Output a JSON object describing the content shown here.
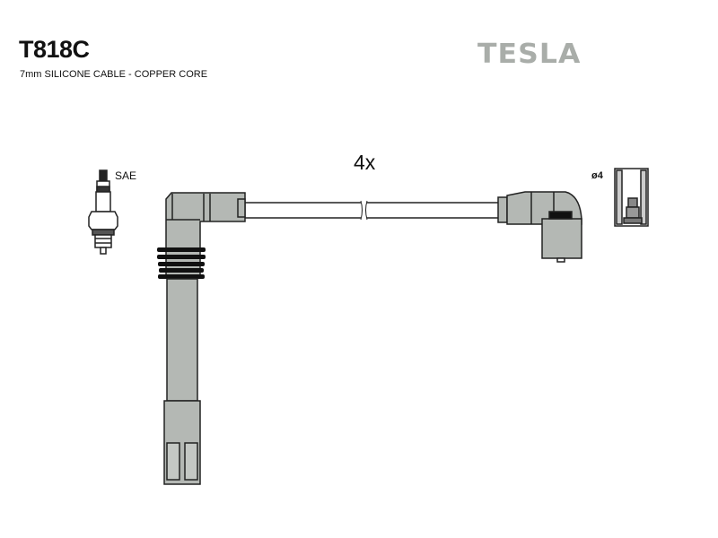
{
  "header": {
    "part_number": "T818C",
    "description": "7mm SILICONE CABLE - COPPER CORE",
    "brand": "TESLA"
  },
  "diagram": {
    "quantity_label": "4x",
    "spark_plug_label": "SAE",
    "terminal_label": "ø4",
    "colors": {
      "boot": "#b4b8b4",
      "outline": "#222222",
      "rib": "#111111",
      "brand": "#a9ada9"
    }
  }
}
